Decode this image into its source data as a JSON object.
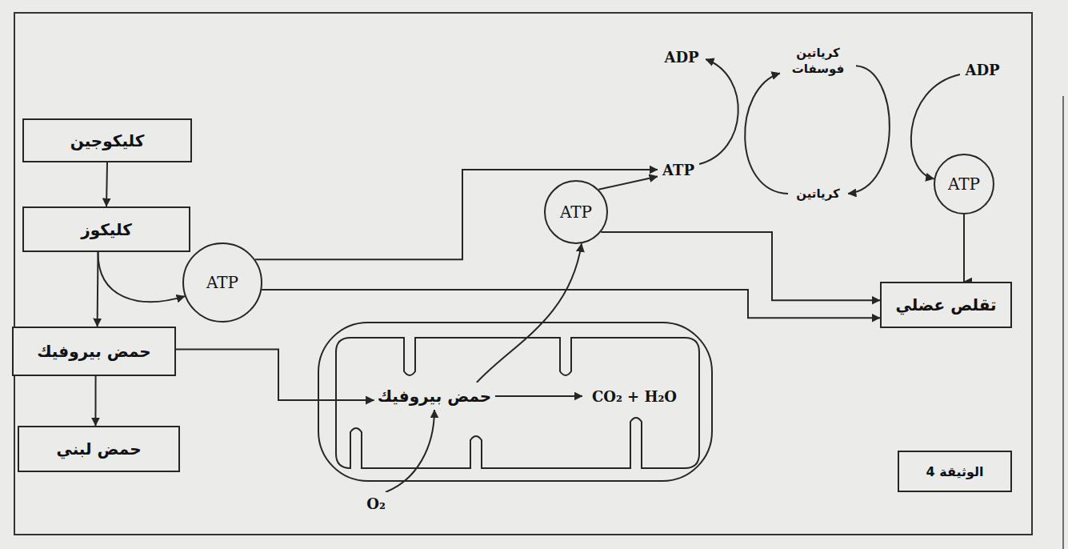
{
  "diagram": {
    "nodes": [
      {
        "text": [
          "ADP"
        ]
      },
      {
        "text": [
          "كرياتين فوسفات"
        ]
      },
      {
        "text": [
          "ADP"
        ]
      },
      {
        "text": [
          "كليكوجين"
        ]
      },
      {
        "text": [
          "ATP"
        ]
      },
      {
        "text": [
          "كرياتين"
        ]
      },
      {
        "text": [
          "ATP"
        ]
      },
      {
        "text": [
          "ATP"
        ]
      },
      {
        "text": [
          "كليكوز"
        ]
      },
      {
        "text": [
          "ATP"
        ]
      },
      {
        "text": [
          "تقلص عضلي"
        ]
      },
      {
        "text": [
          "حمض بيروفيك"
        ]
      },
      {
        "text": [
          "حمض بيروفيك"
        ]
      },
      {
        "text": [
          "CO₂ + H₂O"
        ]
      },
      {
        "text": [
          "حمض لبني"
        ]
      },
      {
        "text": [
          "الوثيقة 4"
        ]
      },
      {
        "text": [
          "O₂"
        ]
      }
    ],
    "edges": [
      {
        "from": 3,
        "to": 8,
        "arrow": "to"
      },
      {
        "from": 8,
        "to": 11,
        "arrow": "to"
      },
      {
        "from": 8,
        "to": 9,
        "arrow": "to"
      },
      {
        "from": 11,
        "to": 14,
        "arrow": "to"
      },
      {
        "from": 11,
        "to": 12,
        "arrow": "to"
      },
      {
        "from": 12,
        "to": 13,
        "arrow": "to"
      },
      {
        "from": 12,
        "to": 7,
        "arrow": "to"
      },
      {
        "from": 16,
        "to": 12,
        "arrow": "to"
      },
      {
        "from": 9,
        "to": 4,
        "arrow": "to"
      },
      {
        "from": 9,
        "to": 10,
        "arrow": "to"
      },
      {
        "from": 7,
        "to": 4,
        "arrow": "to"
      },
      {
        "from": 7,
        "to": 10,
        "arrow": "to"
      },
      {
        "from": 4,
        "to": 0,
        "arrow": "to"
      },
      {
        "from": 5,
        "to": 1,
        "arrow": "to"
      },
      {
        "from": 1,
        "to": 5,
        "arrow": "to"
      },
      {
        "from": 2,
        "to": 6,
        "arrow": "to"
      },
      {
        "from": 6,
        "to": 10,
        "arrow": "to"
      }
    ]
  }
}
